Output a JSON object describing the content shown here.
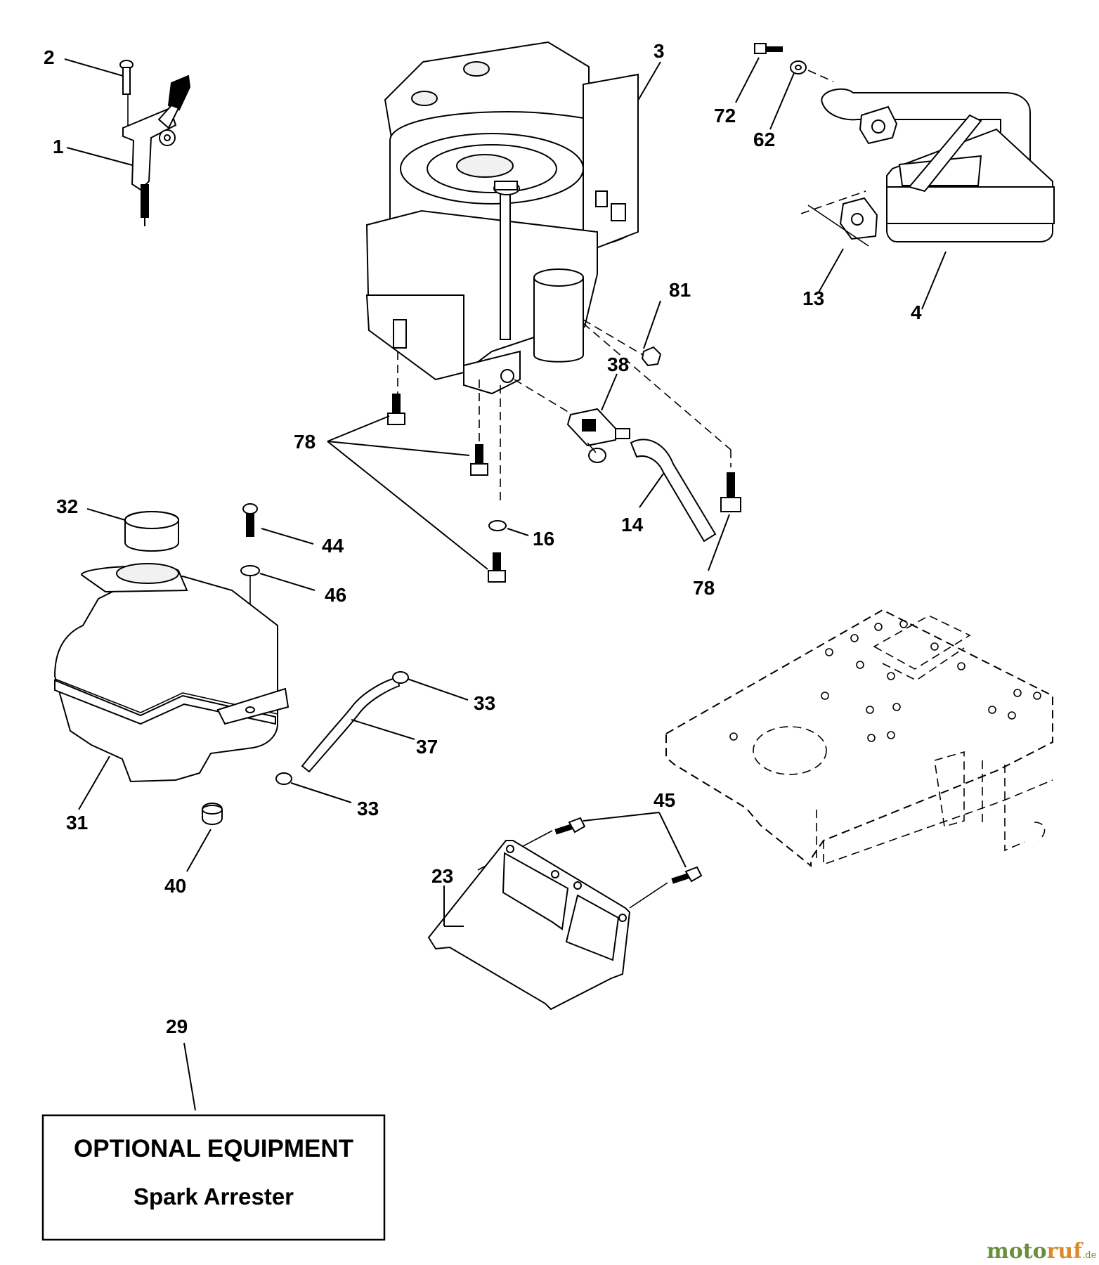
{
  "callouts": {
    "c1": "1",
    "c2": "2",
    "c3": "3",
    "c4": "4",
    "c13": "13",
    "c14": "14",
    "c16": "16",
    "c23": "23",
    "c29": "29",
    "c31": "31",
    "c32": "32",
    "c33a": "33",
    "c33b": "33",
    "c37": "37",
    "c38": "38",
    "c40": "40",
    "c44": "44",
    "c45": "45",
    "c46": "46",
    "c62": "62",
    "c72": "72",
    "c78a": "78",
    "c78b": "78",
    "c81": "81"
  },
  "optional_box": {
    "title": "OPTIONAL EQUIPMENT",
    "subtitle": "Spark Arrester"
  },
  "watermark": {
    "part1": "moto",
    "part2": "ruf",
    "suffix": ".de"
  },
  "colors": {
    "ink": "#000000",
    "background": "#ffffff",
    "watermark_green": "#6a8f3a",
    "watermark_orange": "#d98a2b"
  }
}
